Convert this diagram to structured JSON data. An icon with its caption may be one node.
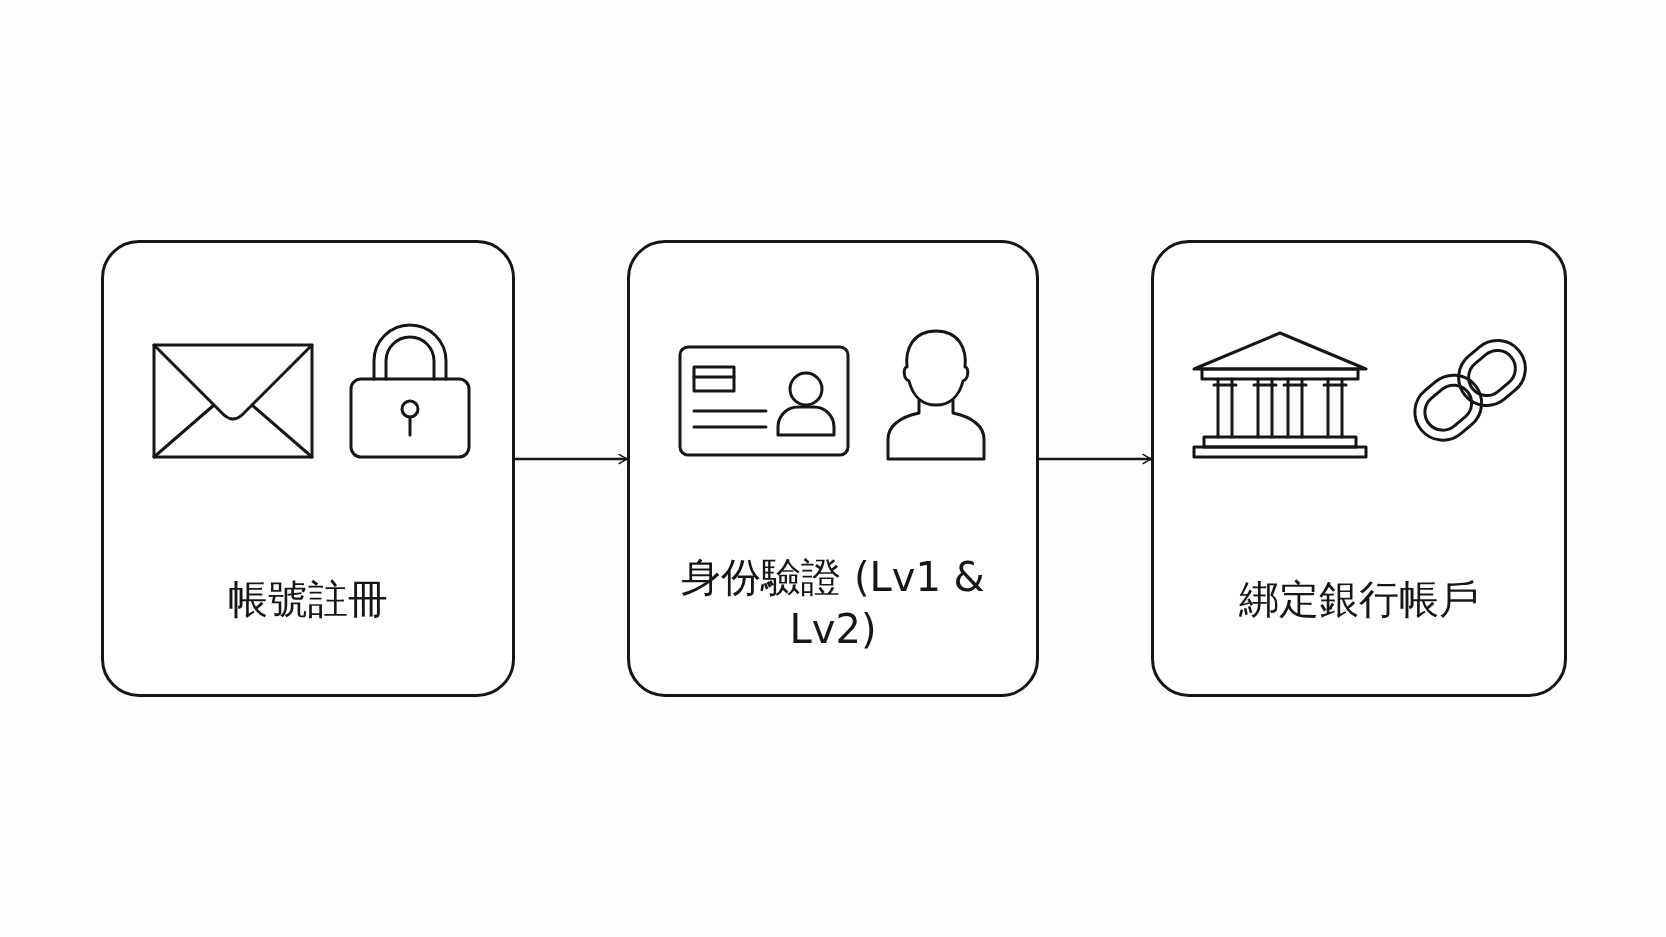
{
  "diagram": {
    "nodes": [
      {
        "text": [
          "帳號註冊"
        ]
      },
      {
        "text": [
          "身份驗證 (Lv1 & Lv2)"
        ]
      },
      {
        "text": [
          "綁定銀行帳戶"
        ]
      }
    ],
    "edges": [
      {
        "from": 0,
        "to": 1,
        "arrow": "to"
      },
      {
        "from": 1,
        "to": 2,
        "arrow": "to"
      }
    ]
  }
}
